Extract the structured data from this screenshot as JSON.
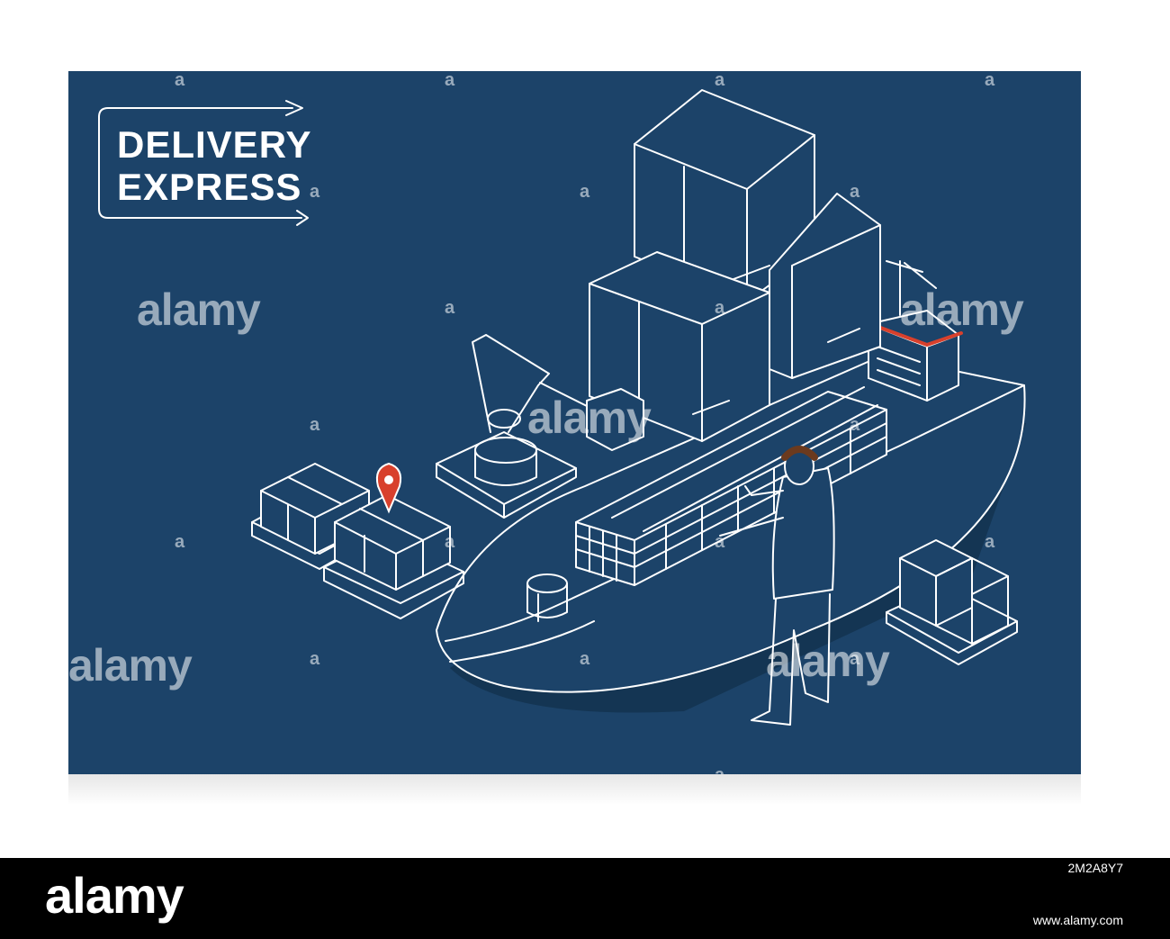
{
  "logo": {
    "line1": "DELIVERY",
    "line2": "EXPRESS"
  },
  "watermark": {
    "brand": "alamy"
  },
  "footer": {
    "brand": "alamy",
    "image_id": "2M2A8Y7",
    "url": "www.alamy.com"
  },
  "colors": {
    "background": "#1c4369",
    "line": "#ffffff",
    "pin": "#d8402c",
    "shadow": "#143553"
  },
  "icons": [
    "location-pin-icon",
    "arrow-right-icon"
  ]
}
